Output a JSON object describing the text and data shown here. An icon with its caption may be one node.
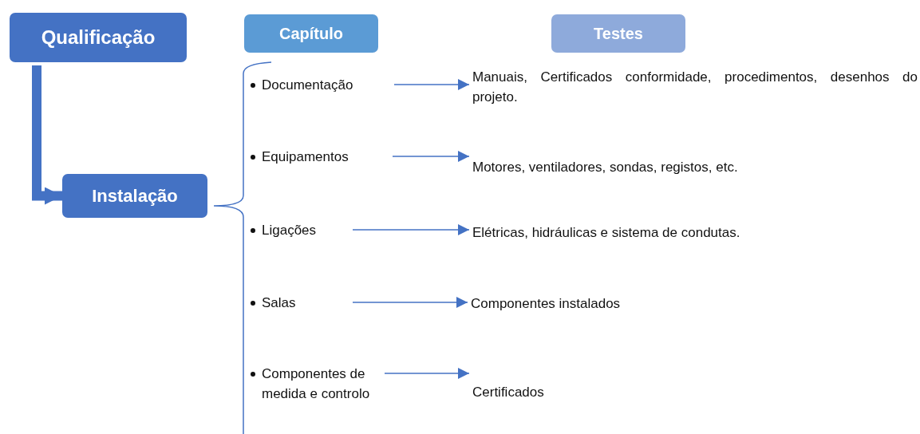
{
  "diagram": {
    "nodes": [
      {
        "text": [
          "Qualificação"
        ]
      },
      {
        "text": [
          "Capítulo"
        ]
      },
      {
        "text": [
          "Testes"
        ]
      },
      {
        "text": [
          "Instalação"
        ]
      },
      {
        "text": [
          "Documentação"
        ]
      },
      {
        "text": [
          "Manuais, Certificados conformidade, procedimentos, desenhos do projeto."
        ]
      },
      {
        "text": [
          "Equipamentos"
        ]
      },
      {
        "text": [
          "Motores, ventiladores, sondas, registos, etc."
        ]
      },
      {
        "text": [
          "Ligações"
        ]
      },
      {
        "text": [
          "Elétricas, hidráulicas e sistema de condutas."
        ]
      },
      {
        "text": [
          "Salas"
        ]
      },
      {
        "text": [
          "Componentes instalados"
        ]
      },
      {
        "text": [
          "Componentes de medida e controlo"
        ]
      },
      {
        "text": [
          "Certificados"
        ]
      }
    ],
    "edges": [
      {
        "from": 0,
        "to": 3,
        "arrow": "to",
        "style": "thick"
      },
      {
        "from": 4,
        "to": 5,
        "arrow": "to"
      },
      {
        "from": 6,
        "to": 7,
        "arrow": "to"
      },
      {
        "from": 8,
        "to": 9,
        "arrow": "to"
      },
      {
        "from": 10,
        "to": 11,
        "arrow": "to"
      },
      {
        "from": 12,
        "to": 13,
        "arrow": "to"
      }
    ]
  }
}
